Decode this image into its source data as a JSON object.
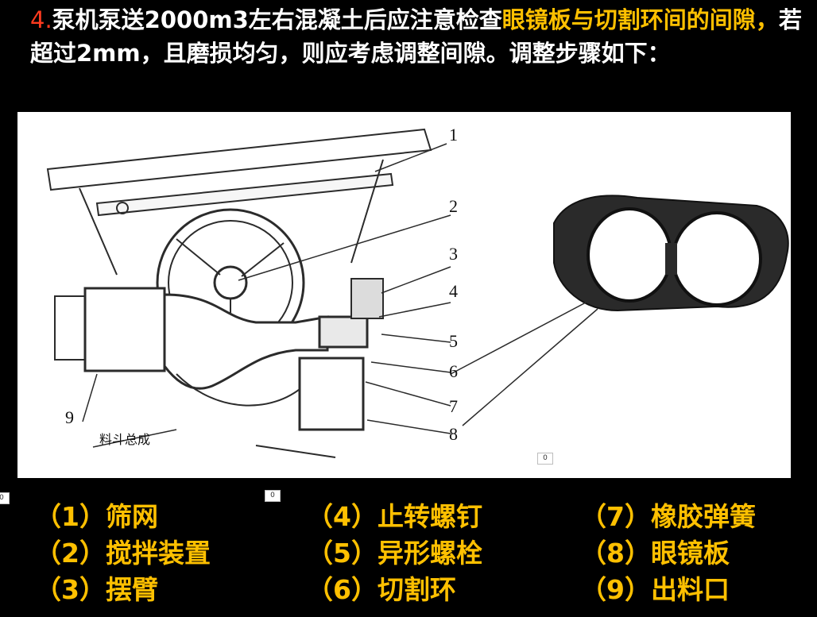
{
  "heading": {
    "number": "4.",
    "part1": "泵机泵送2000m3左右混凝土后应注意检查",
    "highlight": "眼镜板与切割环间的间隙，",
    "part2": "若超过2mm，且磨损均匀，则应考虑调整间隙。调整步骤如下："
  },
  "diagram": {
    "callouts": [
      "1",
      "2",
      "3",
      "4",
      "5",
      "6",
      "7",
      "8",
      "9"
    ],
    "hopper_label": "料斗总成"
  },
  "placeholders": [
    "0",
    "0",
    "0"
  ],
  "legend": [
    {
      "label": "（1）筛网"
    },
    {
      "label": "（2）搅拌装置"
    },
    {
      "label": "（3）摆臂"
    },
    {
      "label": "（4）止转螺钉"
    },
    {
      "label": "（5）异形螺栓"
    },
    {
      "label": "（6）切割环"
    },
    {
      "label": "（7）橡胶弹簧"
    },
    {
      "label": "（8）眼镜板"
    },
    {
      "label": "（9）出料口"
    }
  ],
  "colors": {
    "background": "#000000",
    "text": "#ffffff",
    "highlight": "#ffc000",
    "number": "#ff3b1f"
  }
}
